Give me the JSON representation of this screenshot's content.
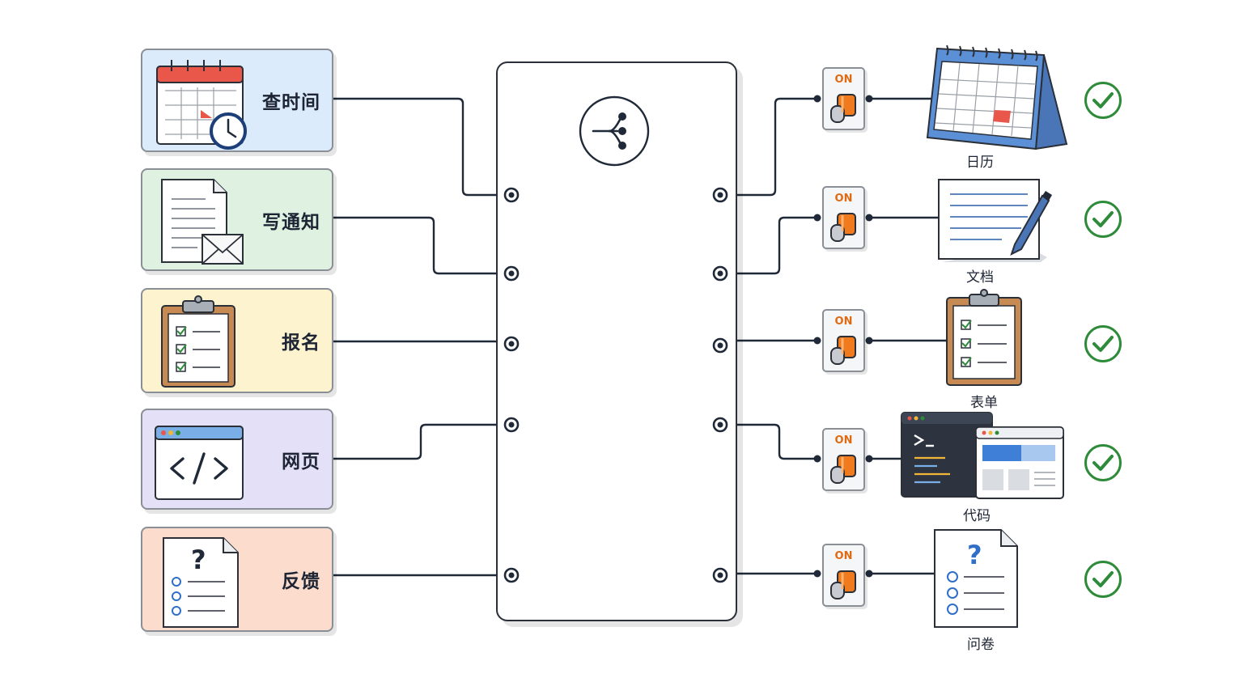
{
  "inputs": [
    {
      "label": "查时间",
      "icon": "calendar-clock-icon",
      "bg": "#dcebfb"
    },
    {
      "label": "写通知",
      "icon": "document-envelope-icon",
      "bg": "#dff2e2"
    },
    {
      "label": "报名",
      "icon": "clipboard-checklist-icon",
      "bg": "#fdf3cf"
    },
    {
      "label": "网页",
      "icon": "code-window-icon",
      "bg": "#e3e0f8"
    },
    {
      "label": "反馈",
      "icon": "question-form-icon",
      "bg": "#fbdccd"
    }
  ],
  "router": {
    "icon": "share-fork-icon"
  },
  "switches": [
    {
      "label": "ON",
      "state": "on"
    },
    {
      "label": "ON",
      "state": "on"
    },
    {
      "label": "ON",
      "state": "on"
    },
    {
      "label": "ON",
      "state": "on"
    },
    {
      "label": "ON",
      "state": "on"
    }
  ],
  "targets": [
    {
      "label": "日历",
      "icon": "calendar-icon"
    },
    {
      "label": "文档",
      "icon": "document-pen-icon"
    },
    {
      "label": "表单",
      "icon": "form-clipboard-icon"
    },
    {
      "label": "代码",
      "icon": "terminal-browser-icon"
    },
    {
      "label": "问卷",
      "icon": "survey-icon"
    }
  ],
  "status": [
    {
      "icon": "check-circle-icon",
      "state": "success"
    },
    {
      "icon": "check-circle-icon",
      "state": "success"
    },
    {
      "icon": "check-circle-icon",
      "state": "success"
    },
    {
      "icon": "check-circle-icon",
      "state": "success"
    },
    {
      "icon": "check-circle-icon",
      "state": "success"
    }
  ],
  "colors": {
    "wire": "#1f2937",
    "accent_on": "#e06a12",
    "check": "#2e8b3a",
    "calendar_red": "#e8574a",
    "code_blue": "#3f7fd8"
  }
}
